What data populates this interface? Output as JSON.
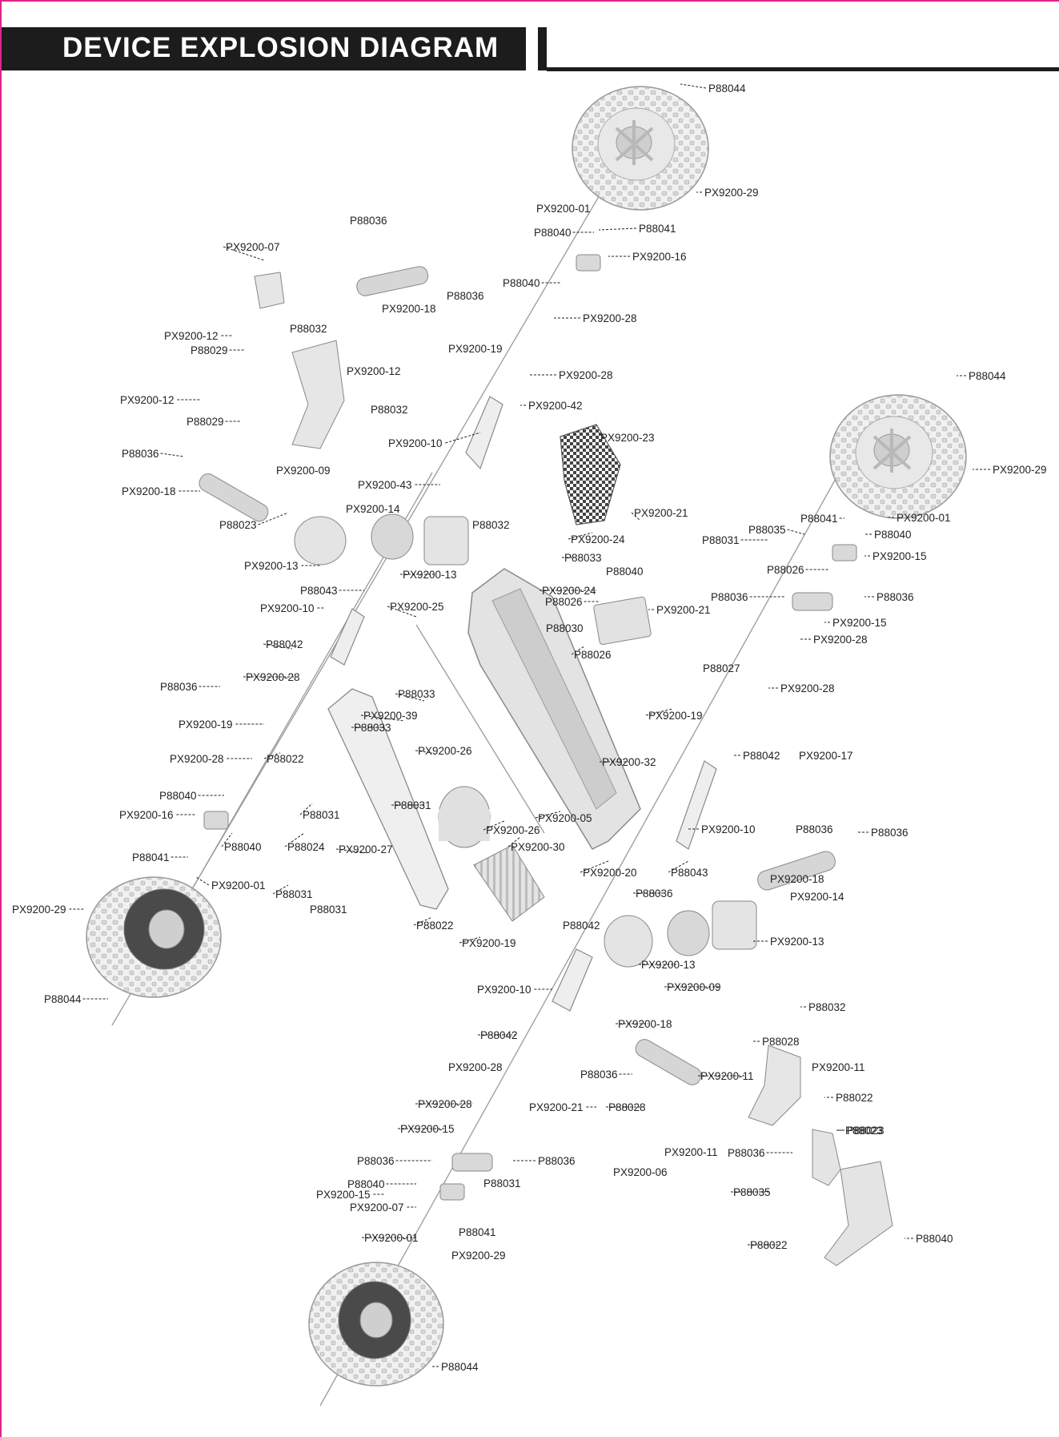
{
  "header": {
    "title": "DEVICE EXPLOSION DIAGRAM"
  },
  "parts": [
    {
      "id": "P88044"
    },
    {
      "id": "PX9200-29"
    },
    {
      "id": "PX9200-01"
    },
    {
      "id": "P88041"
    },
    {
      "id": "P88040"
    },
    {
      "id": "PX9200-16"
    },
    {
      "id": "PX9200-28"
    },
    {
      "id": "PX9200-18"
    },
    {
      "id": "P88036"
    },
    {
      "id": "PX9200-07"
    },
    {
      "id": "PX9200-12"
    },
    {
      "id": "P88029"
    },
    {
      "id": "P88032"
    },
    {
      "id": "PX9200-19"
    },
    {
      "id": "PX9200-42"
    },
    {
      "id": "PX9200-10"
    },
    {
      "id": "PX9200-09"
    },
    {
      "id": "PX9200-43"
    },
    {
      "id": "PX9200-23"
    },
    {
      "id": "PX9200-14"
    },
    {
      "id": "P88023"
    },
    {
      "id": "PX9200-13"
    },
    {
      "id": "PX9200-24"
    },
    {
      "id": "PX9200-21"
    },
    {
      "id": "P88033"
    },
    {
      "id": "P88026"
    },
    {
      "id": "P88035"
    },
    {
      "id": "P88031"
    },
    {
      "id": "PX9200-15"
    },
    {
      "id": "P88043"
    },
    {
      "id": "PX9200-25"
    },
    {
      "id": "P88030"
    },
    {
      "id": "P88042"
    },
    {
      "id": "P88027"
    },
    {
      "id": "PX9200-39"
    },
    {
      "id": "PX9200-26"
    },
    {
      "id": "PX9200-32"
    },
    {
      "id": "P88022"
    },
    {
      "id": "PX9200-17"
    },
    {
      "id": "PX9200-05"
    },
    {
      "id": "P88024"
    },
    {
      "id": "PX9200-27"
    },
    {
      "id": "PX9200-30"
    },
    {
      "id": "PX9200-20"
    },
    {
      "id": "PX9200-11"
    },
    {
      "id": "P88028"
    },
    {
      "id": "PX9200-06"
    }
  ],
  "labels": [
    {
      "text": "P88044"
    },
    {
      "text": "PX9200-29"
    },
    {
      "text": "PX9200-01"
    },
    {
      "text": "P88041"
    },
    {
      "text": "P88040"
    },
    {
      "text": "PX9200-16"
    },
    {
      "text": "P88040"
    },
    {
      "text": "PX9200-28"
    },
    {
      "text": "PX9200-28"
    },
    {
      "text": "P88036"
    },
    {
      "text": "PX9200-18"
    },
    {
      "text": "P88036"
    },
    {
      "text": "PX9200-19"
    },
    {
      "text": "PX9200-07"
    },
    {
      "text": "PX9200-12"
    },
    {
      "text": "P88029"
    },
    {
      "text": "P88032"
    },
    {
      "text": "PX9200-12"
    },
    {
      "text": "PX9200-12"
    },
    {
      "text": "P88029"
    },
    {
      "text": "P88032"
    },
    {
      "text": "PX9200-42"
    },
    {
      "text": "PX9200-10"
    },
    {
      "text": "PX9200-09"
    },
    {
      "text": "PX9200-43"
    },
    {
      "text": "P88036"
    },
    {
      "text": "PX9200-18"
    },
    {
      "text": "PX9200-23"
    },
    {
      "text": "P88044"
    },
    {
      "text": "PX9200-29"
    },
    {
      "text": "PX9200-14"
    },
    {
      "text": "P88023"
    },
    {
      "text": "PX9200-13"
    },
    {
      "text": "PX9200-13"
    },
    {
      "text": "P88032"
    },
    {
      "text": "PX9200-24"
    },
    {
      "text": "PX9200-21"
    },
    {
      "text": "P88041"
    },
    {
      "text": "PX9200-01"
    },
    {
      "text": "P88035"
    },
    {
      "text": "P88040"
    },
    {
      "text": "P88031"
    },
    {
      "text": "PX9200-15"
    },
    {
      "text": "P88033"
    },
    {
      "text": "P88026"
    },
    {
      "text": "P88040"
    },
    {
      "text": "PX9200-24"
    },
    {
      "text": "P88026"
    },
    {
      "text": "PX9200-21"
    },
    {
      "text": "P88036"
    },
    {
      "text": "P88036"
    },
    {
      "text": "P88043"
    },
    {
      "text": "PX9200-10"
    },
    {
      "text": "PX9200-25"
    },
    {
      "text": "P88030"
    },
    {
      "text": "PX9200-15"
    },
    {
      "text": "P88026"
    },
    {
      "text": "PX9200-28"
    },
    {
      "text": "P88042"
    },
    {
      "text": "P88027"
    },
    {
      "text": "P88036"
    },
    {
      "text": "PX9200-28"
    },
    {
      "text": "PX9200-28"
    },
    {
      "text": "P88033"
    },
    {
      "text": "PX9200-19"
    },
    {
      "text": "PX9200-39"
    },
    {
      "text": "PX9200-19"
    },
    {
      "text": "P88033"
    },
    {
      "text": "PX9200-26"
    },
    {
      "text": "PX9200-28"
    },
    {
      "text": "P88022"
    },
    {
      "text": "PX9200-32"
    },
    {
      "text": "P88042"
    },
    {
      "text": "PX9200-17"
    },
    {
      "text": "P88040"
    },
    {
      "text": "P88031"
    },
    {
      "text": "PX9200-16"
    },
    {
      "text": "P88031"
    },
    {
      "text": "PX9200-05"
    },
    {
      "text": "PX9200-26"
    },
    {
      "text": "PX9200-10"
    },
    {
      "text": "P88036"
    },
    {
      "text": "P88036"
    },
    {
      "text": "P88040"
    },
    {
      "text": "P88024"
    },
    {
      "text": "PX9200-27"
    },
    {
      "text": "PX9200-30"
    },
    {
      "text": "P88041"
    },
    {
      "text": "PX9200-20"
    },
    {
      "text": "P88043"
    },
    {
      "text": "PX9200-01"
    },
    {
      "text": "PX9200-18"
    },
    {
      "text": "P88031"
    },
    {
      "text": "PX9200-14"
    },
    {
      "text": "P88036"
    },
    {
      "text": "PX9200-29"
    },
    {
      "text": "P88031"
    },
    {
      "text": "P88022"
    },
    {
      "text": "P88042"
    },
    {
      "text": "PX9200-19"
    },
    {
      "text": "PX9200-13"
    },
    {
      "text": "PX9200-13"
    },
    {
      "text": "P88044"
    },
    {
      "text": "PX9200-10"
    },
    {
      "text": "PX9200-09"
    },
    {
      "text": "P88032"
    },
    {
      "text": "PX9200-18"
    },
    {
      "text": "P88042"
    },
    {
      "text": "P88028"
    },
    {
      "text": "PX9200-28"
    },
    {
      "text": "P88036"
    },
    {
      "text": "PX9200-11"
    },
    {
      "text": "PX9200-11"
    },
    {
      "text": "P88022"
    },
    {
      "text": "PX9200-28"
    },
    {
      "text": "PX9200-21"
    },
    {
      "text": "P88028"
    },
    {
      "text": "P88023"
    },
    {
      "text": "PX9200-15"
    },
    {
      "text": "PX9200-11"
    },
    {
      "text": "P88023"
    },
    {
      "text": "P88036"
    },
    {
      "text": "P88036"
    },
    {
      "text": "P88036"
    },
    {
      "text": "PX9200-06"
    },
    {
      "text": "P88035"
    },
    {
      "text": "P88040"
    },
    {
      "text": "P88031"
    },
    {
      "text": "PX9200-15"
    },
    {
      "text": "PX9200-07"
    },
    {
      "text": "P88022"
    },
    {
      "text": "P88040"
    },
    {
      "text": "P88041"
    },
    {
      "text": "PX9200-01"
    },
    {
      "text": "PX9200-29"
    },
    {
      "text": "P88044"
    }
  ]
}
